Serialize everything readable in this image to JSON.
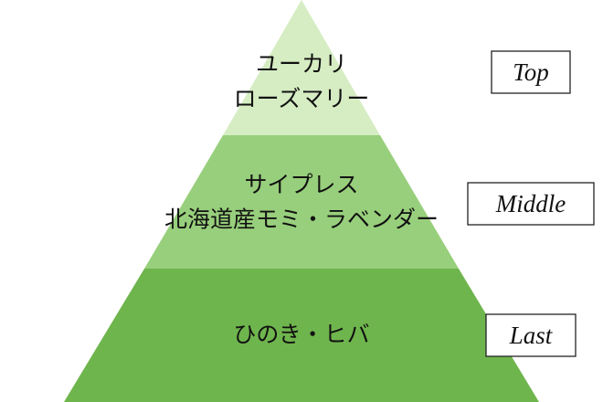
{
  "colors": {
    "top_fill": "#d6edc3",
    "middle_fill": "#98cf7c",
    "last_fill": "#6fb54d"
  },
  "pyramid": {
    "top": {
      "lines": [
        "ユーカリ",
        "ローズマリー"
      ],
      "note": "Top"
    },
    "middle": {
      "lines": [
        "サイプレス",
        "北海道産モミ・ラベンダー"
      ],
      "note": "Middle"
    },
    "last": {
      "lines": [
        "ひのき・ヒバ"
      ],
      "note": "Last"
    }
  }
}
